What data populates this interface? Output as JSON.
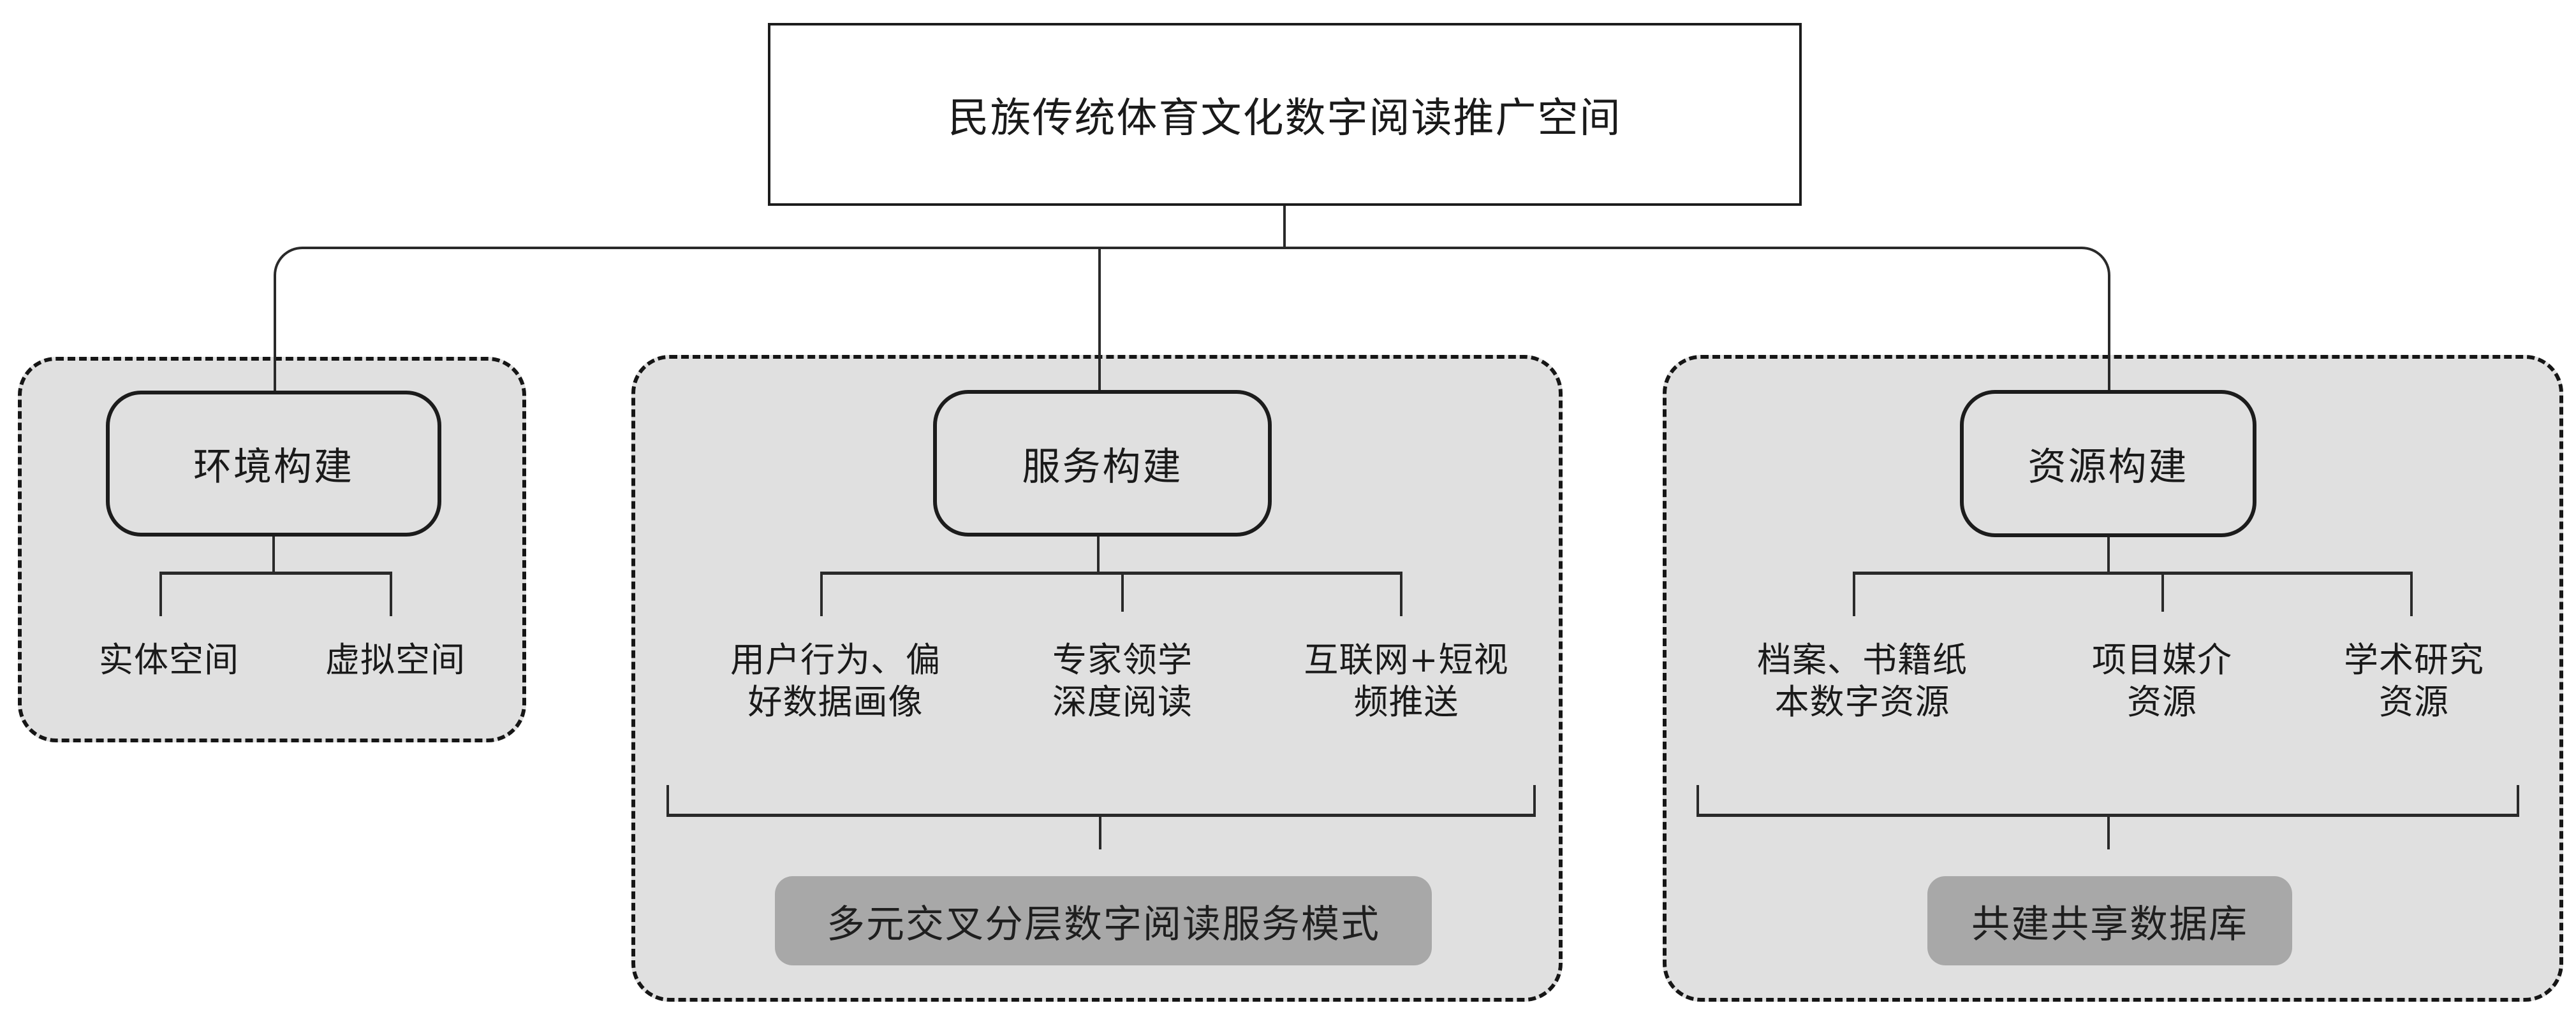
{
  "figure": {
    "type": "hierarchy-diagram",
    "root": {
      "label": "民族传统体育文化数字阅读推广空间"
    },
    "branches": [
      {
        "id": "environment",
        "label": "环境构建",
        "children": [
          "实体空间",
          "虚拟空间"
        ]
      },
      {
        "id": "service",
        "label": "服务构建",
        "children": [
          "用户行为、偏\n好数据画像",
          "专家领学\n深度阅读",
          "互联网+短视\n频推送"
        ],
        "summary": "多元交叉分层数字阅读服务模式"
      },
      {
        "id": "resource",
        "label": "资源构建",
        "children": [
          "档案、书籍纸\n本数字资源",
          "项目媒介\n资源",
          "学术研究\n资源"
        ],
        "summary": "共建共享数据库"
      }
    ],
    "colors": {
      "background": "#ffffff",
      "panel_fill": "#e0e0e0",
      "summary_fill": "#a8a8a8",
      "line": "#2a2a2a",
      "border": "#1c1c1c",
      "text": "#1a1a1a"
    }
  }
}
